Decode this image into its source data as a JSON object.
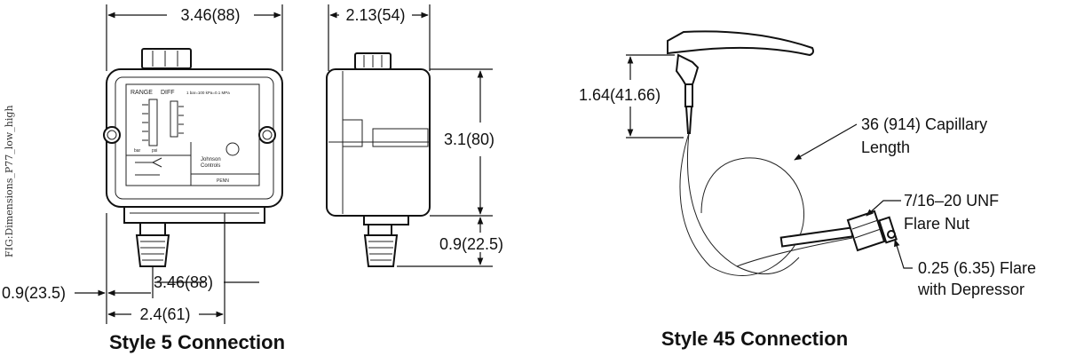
{
  "figure_id": "FIG:Dimensions_P77_low_high",
  "style5": {
    "caption": "Style 5 Connection",
    "width_top": "3.46(88)",
    "depth_top": "2.13(54)",
    "height_right": "3.1(80)",
    "bottom_offset": "0.9(22.5)",
    "left_offset": "0.9(23.5)",
    "bottom_width": "3.46(88)",
    "base_width": "2.4(61)",
    "label_range": "RANGE",
    "label_diff": "DIFF",
    "label_units": "1 bar=100 kPa=0.1 MPa",
    "label_bar": "bar",
    "label_psi": "psi",
    "label_brand_1": "Johnson",
    "label_brand_2": "Controls",
    "label_penn": "PENN"
  },
  "style45": {
    "caption": "Style 45 Connection",
    "height_left": "1.64(41.66)",
    "capillary_1": "36 (914) Capillary",
    "capillary_2": "Length",
    "nut_1": "7/16–20 UNF",
    "nut_2": "Flare Nut",
    "flare_1": "0.25 (6.35) Flare",
    "flare_2": "with Depressor"
  }
}
